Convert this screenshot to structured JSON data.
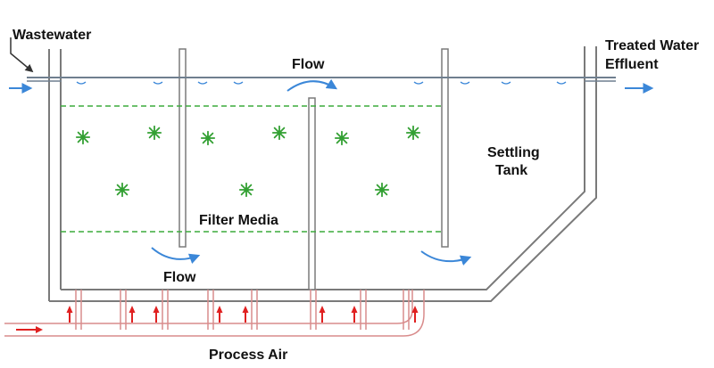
{
  "labels": {
    "wastewater": "Wastewater",
    "treated_line1": "Treated Water",
    "treated_line2": "Effluent",
    "flow_top": "Flow",
    "flow_bottom": "Flow",
    "settling_line1": "Settling",
    "settling_line2": "Tank",
    "filter_media": "Filter Media",
    "process_air": "Process Air"
  },
  "colors": {
    "wall": "#7a7a7a",
    "water_line": "#6f7f8f",
    "media_line": "#3cab3c",
    "media_icon": "#33a033",
    "flow_arrow": "#3b87d8",
    "air_arrow": "#e02020",
    "pipe": "#d98c8c"
  }
}
